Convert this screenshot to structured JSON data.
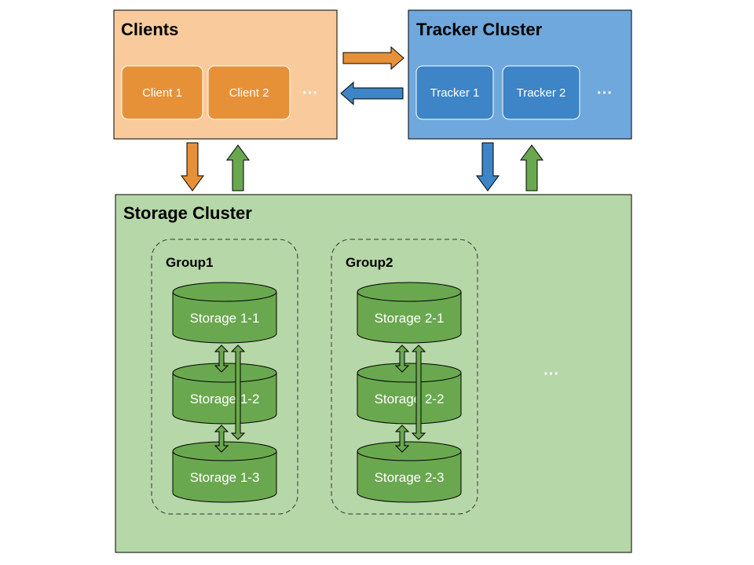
{
  "clients": {
    "title": "Clients",
    "items": [
      "Client 1",
      "Client 2"
    ],
    "more": "···"
  },
  "tracker": {
    "title": "Tracker Cluster",
    "items": [
      "Tracker 1",
      "Tracker 2"
    ],
    "more": "···"
  },
  "storage": {
    "title": "Storage Cluster",
    "groups": [
      {
        "title": "Group1",
        "nodes": [
          "Storage 1-1",
          "Storage 1-2",
          "Storage 1-3"
        ]
      },
      {
        "title": "Group2",
        "nodes": [
          "Storage 2-1",
          "Storage 2-2",
          "Storage 2-3"
        ]
      }
    ],
    "more": "···"
  },
  "colors": {
    "clients_fill": "#f9cb9c",
    "client_node": "#e69138",
    "tracker_fill": "#6fa8dc",
    "tracker_node": "#3d85c6",
    "storage_fill": "#b6d7a8",
    "storage_node": "#6aa84f",
    "border": "#000000"
  }
}
